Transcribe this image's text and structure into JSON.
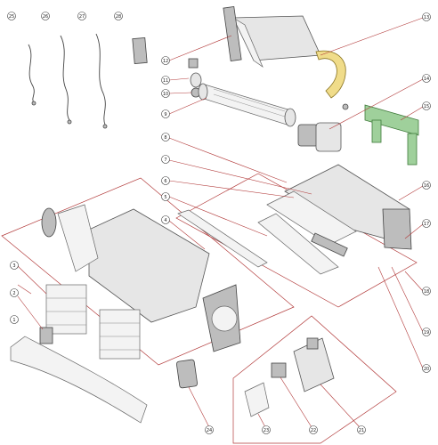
{
  "diagram": {
    "callouts": [
      {
        "id": "c1",
        "label": "1"
      },
      {
        "id": "c2",
        "label": "2"
      },
      {
        "id": "c3",
        "label": "3"
      },
      {
        "id": "c4",
        "label": "4"
      },
      {
        "id": "c5",
        "label": "5"
      },
      {
        "id": "c6",
        "label": "6"
      },
      {
        "id": "c7",
        "label": "7"
      },
      {
        "id": "c8",
        "label": "8"
      },
      {
        "id": "c9",
        "label": "9"
      },
      {
        "id": "c10",
        "label": "10"
      },
      {
        "id": "c11",
        "label": "11"
      },
      {
        "id": "c12",
        "label": "12"
      },
      {
        "id": "c13",
        "label": "13"
      },
      {
        "id": "c14",
        "label": "14"
      },
      {
        "id": "c15",
        "label": "15"
      },
      {
        "id": "c16",
        "label": "16"
      },
      {
        "id": "c17",
        "label": "17"
      },
      {
        "id": "c18",
        "label": "18"
      },
      {
        "id": "c19",
        "label": "19"
      },
      {
        "id": "c20",
        "label": "20"
      },
      {
        "id": "c21",
        "label": "21"
      },
      {
        "id": "c22",
        "label": "22"
      },
      {
        "id": "c23",
        "label": "23"
      },
      {
        "id": "c24",
        "label": "24"
      },
      {
        "id": "c25",
        "label": "25"
      },
      {
        "id": "c26",
        "label": "26"
      },
      {
        "id": "c27",
        "label": "27"
      },
      {
        "id": "c28",
        "label": "28"
      }
    ]
  }
}
